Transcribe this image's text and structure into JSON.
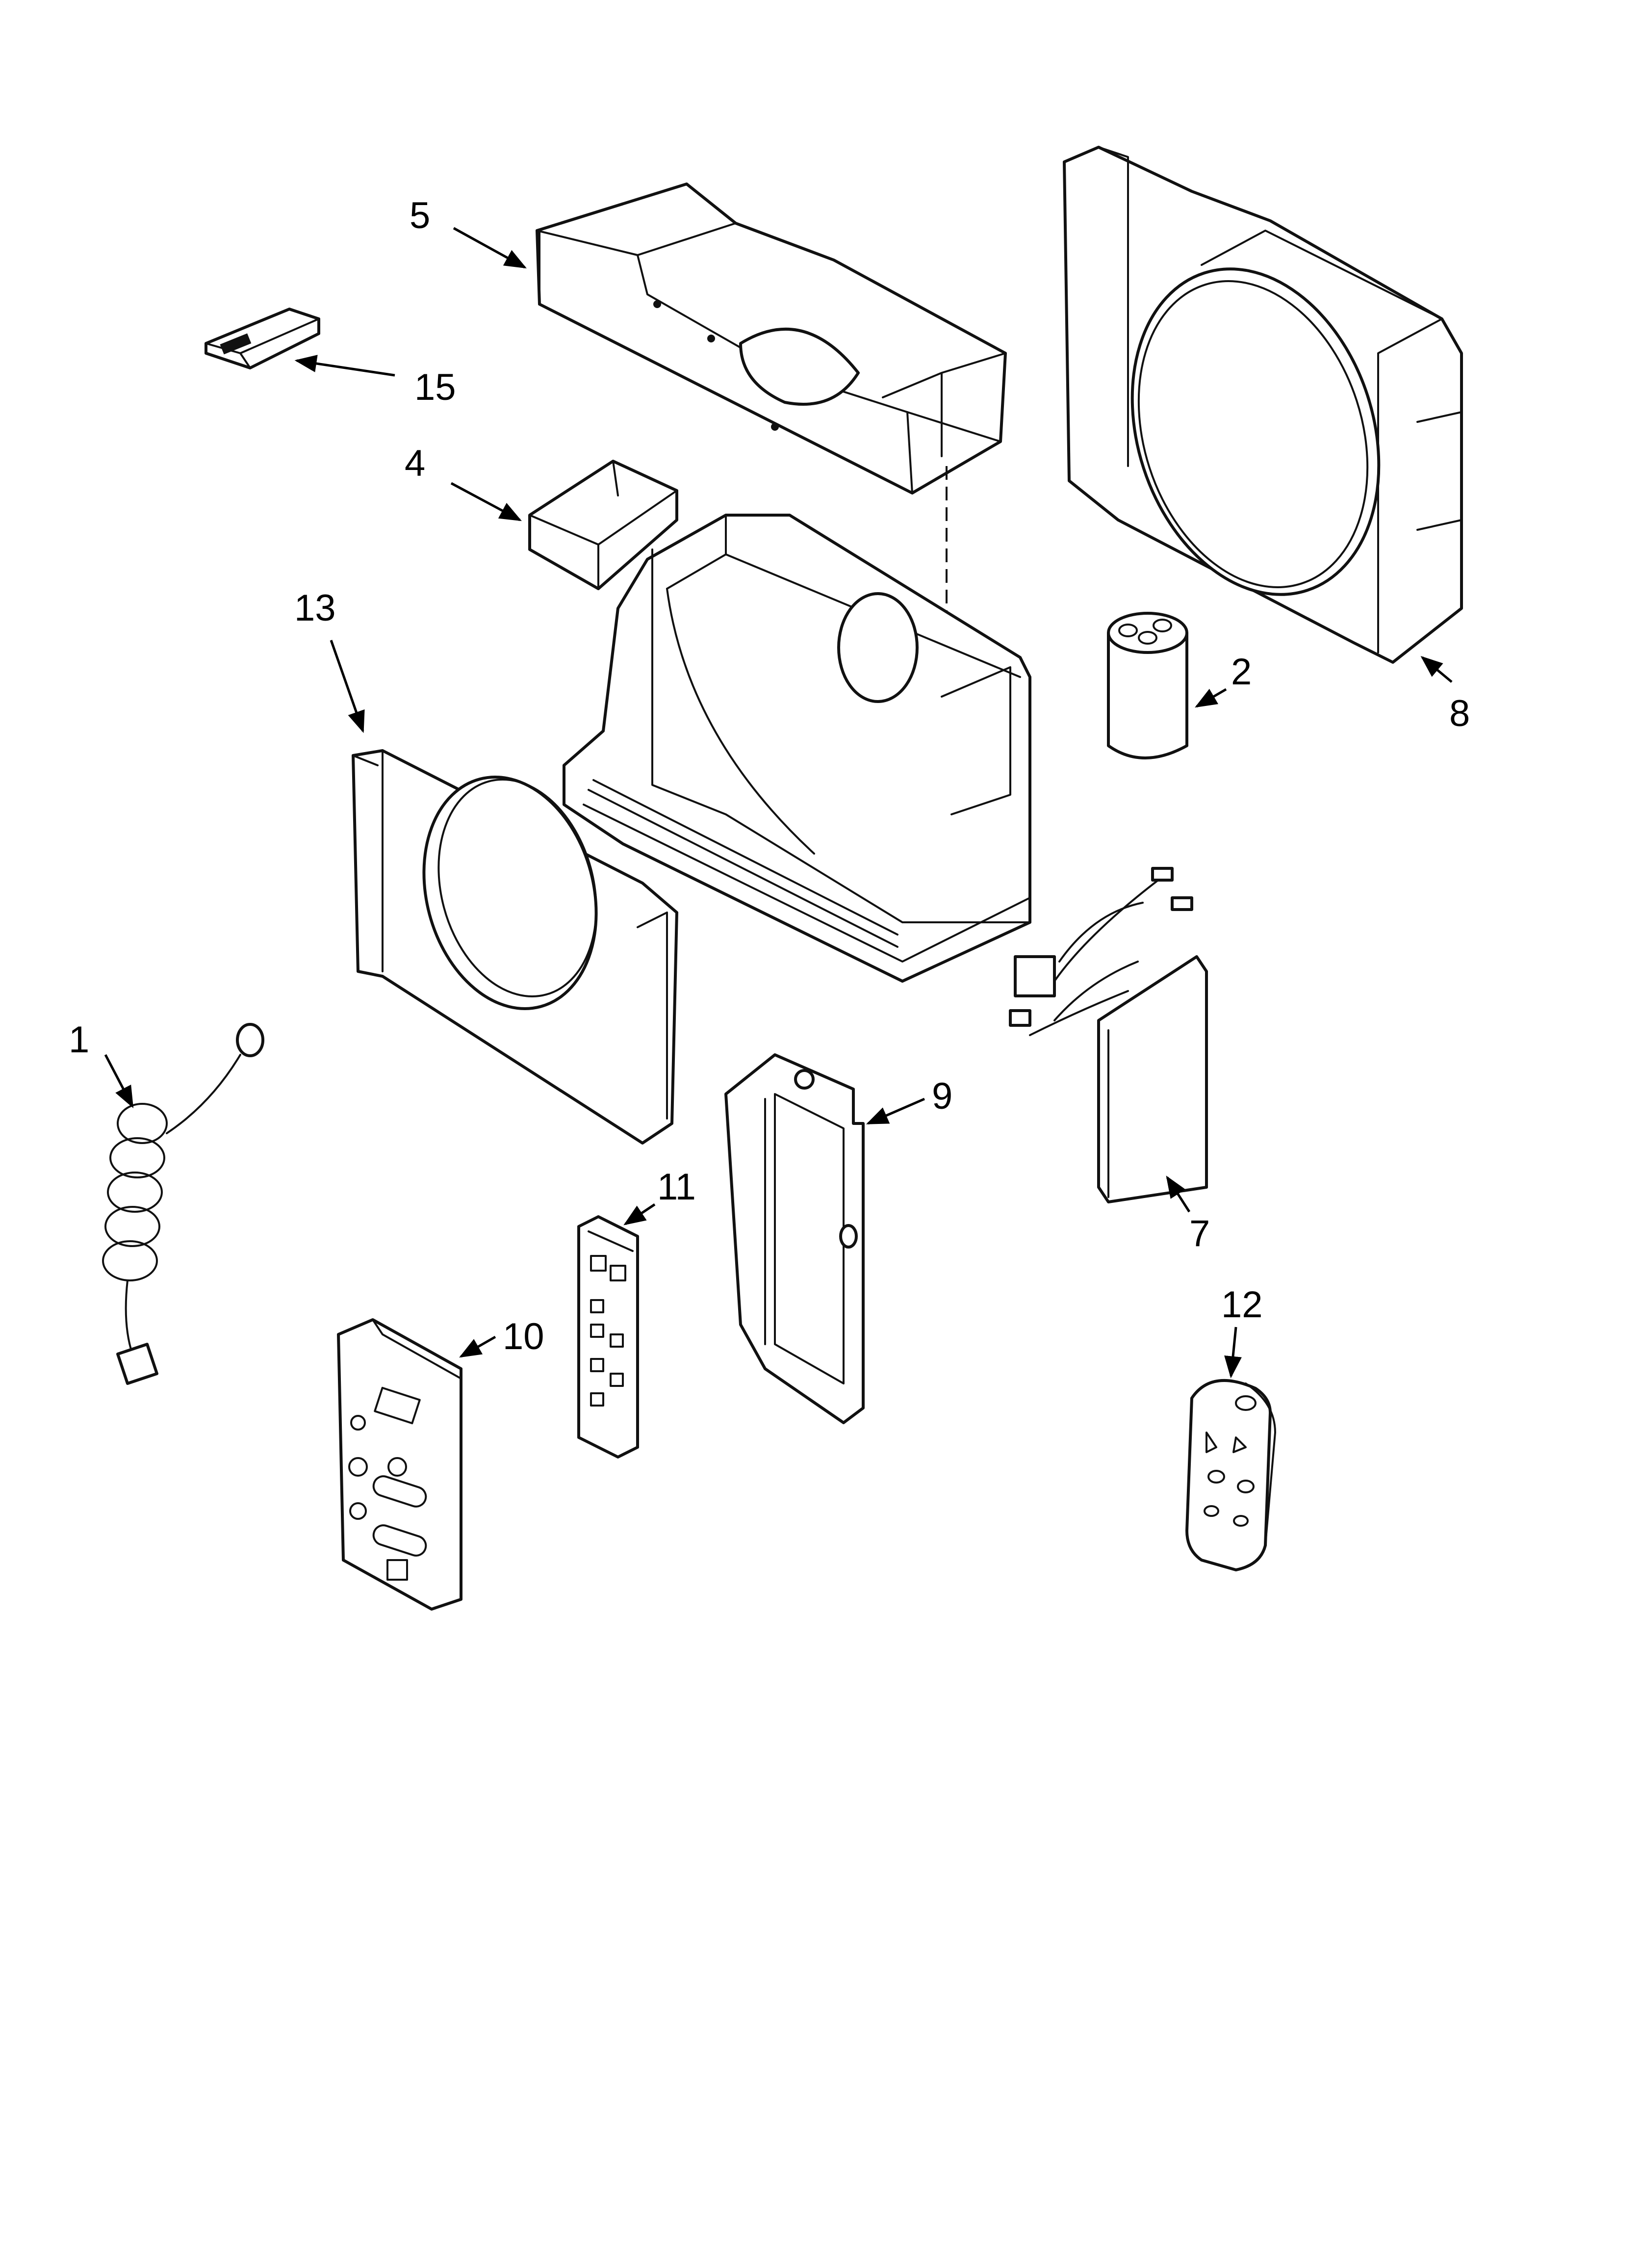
{
  "callouts": [
    {
      "id": "1",
      "label": "1"
    },
    {
      "id": "2",
      "label": "2"
    },
    {
      "id": "4",
      "label": "4"
    },
    {
      "id": "5",
      "label": "5"
    },
    {
      "id": "7",
      "label": "7"
    },
    {
      "id": "8",
      "label": "8"
    },
    {
      "id": "9",
      "label": "9"
    },
    {
      "id": "10",
      "label": "10"
    },
    {
      "id": "11",
      "label": "11"
    },
    {
      "id": "12",
      "label": "12"
    },
    {
      "id": "13",
      "label": "13"
    },
    {
      "id": "15",
      "label": "15"
    }
  ],
  "colors": {
    "line": "#111111",
    "background": "#ffffff"
  }
}
